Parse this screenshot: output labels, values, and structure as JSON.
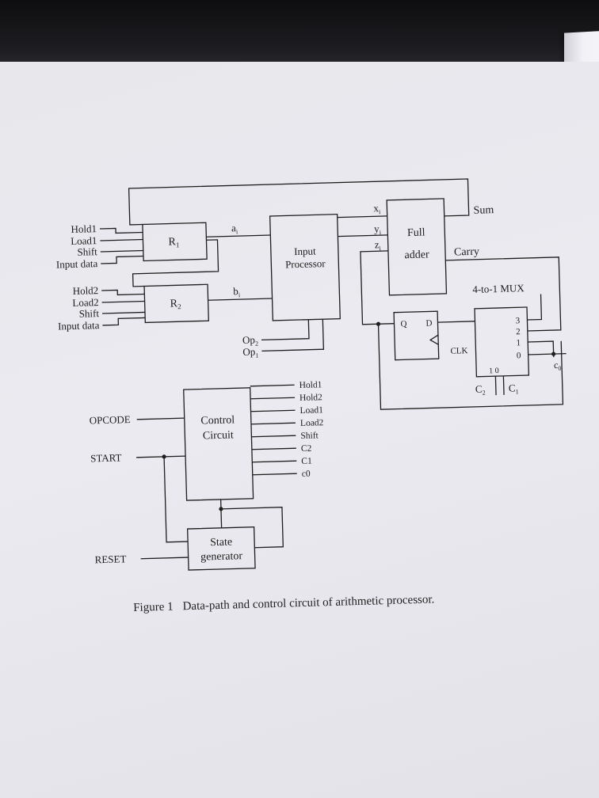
{
  "figure": {
    "caption_number": "Figure 1",
    "caption_text": "Data-path and control circuit of arithmetic processor."
  },
  "registers": {
    "r1": "R",
    "r1_sub": "1",
    "r2": "R",
    "r2_sub": "2",
    "r1_inputs": [
      "Hold1",
      "Load1",
      "Shift",
      "Input data"
    ],
    "r2_inputs": [
      "Hold2",
      "Load2",
      "Shift",
      "Input data"
    ],
    "r1_out_main": "a",
    "r1_out_sub": "i",
    "r2_out_main": "b",
    "r2_out_sub": "i"
  },
  "input_processor": {
    "title_line1": "Input",
    "title_line2": "Processor",
    "op2_main": "Op",
    "op2_sub": "2",
    "op1_main": "Op",
    "op1_sub": "1"
  },
  "full_adder": {
    "title_line1": "Full",
    "title_line2": "adder",
    "x_main": "x",
    "x_sub": "i",
    "y_main": "y",
    "y_sub": "i",
    "z_main": "z",
    "z_sub": "i",
    "sum": "Sum",
    "carry": "Carry"
  },
  "flipflop": {
    "q": "Q",
    "d": "D",
    "clk": "CLK"
  },
  "mux": {
    "title": "4-to-1 MUX",
    "inputs": [
      "3",
      "2",
      "1",
      "0"
    ],
    "select_bits": "1 0",
    "c2_main": "C",
    "c2_sub": "2",
    "c1_main": "C",
    "c1_sub": "1",
    "c0_main": "c",
    "c0_sub": "0"
  },
  "control": {
    "title_line1": "Control",
    "title_line2": "Circuit",
    "inputs": [
      "OPCODE",
      "START",
      "RESET"
    ],
    "outputs": [
      "Hold1",
      "Hold2",
      "Load1",
      "Load2",
      "Shift",
      "C2",
      "C1",
      "c0"
    ]
  },
  "state_generator": {
    "title_line1": "State",
    "title_line2": "generator"
  }
}
